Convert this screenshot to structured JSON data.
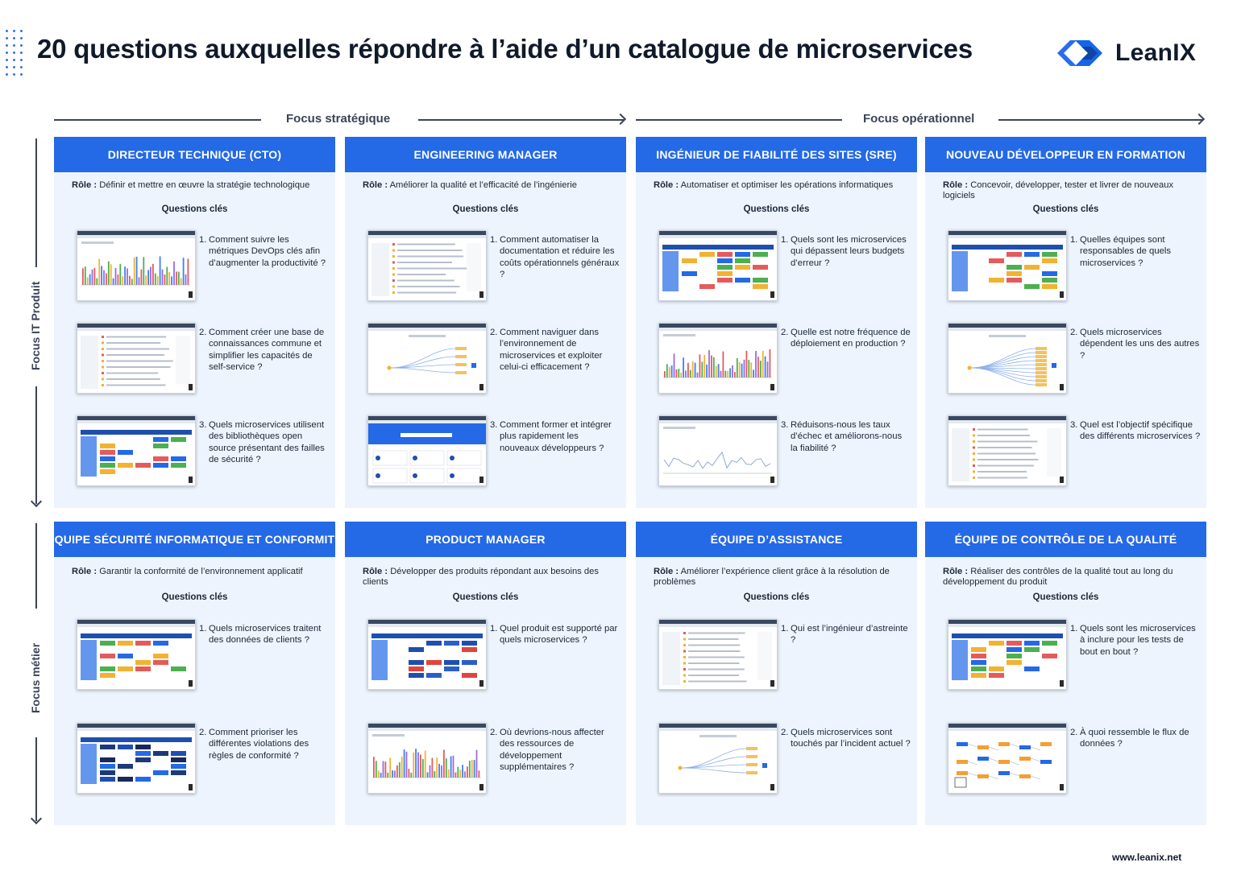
{
  "header": {
    "title": "20 questions auxquelles répondre à l’aide d’un catalogue de microservices",
    "logo_text": "LeanIX",
    "accent_color": "#2469e6"
  },
  "focus": {
    "strategic": "Focus stratégique",
    "operational": "Focus opérationnel",
    "it_product": "Focus IT Produit",
    "business": "Focus métier"
  },
  "key_questions_label": "Questions clés",
  "role_label": "Rôle :",
  "cards": [
    {
      "title": "DIRECTEUR TECHNIQUE (CTO)",
      "role": "Définir et mettre en œuvre la stratégie technologique",
      "questions": [
        {
          "num": "1.",
          "text": "Comment suivre les métriques DevOps clés afin d’augmenter la productivité ?",
          "shot": "bar-chart"
        },
        {
          "num": "2.",
          "text": "Comment créer une base de connaissances commune et simplifier les capacités de self-service ?",
          "shot": "list"
        },
        {
          "num": "3.",
          "text": "Quels microservices utilisent des bibliothèques open source présentant des failles de sécurité ?",
          "shot": "matrix"
        }
      ]
    },
    {
      "title": "ENGINEERING MANAGER",
      "role": "Améliorer la qualité et l’efficacité de l’ingénierie",
      "questions": [
        {
          "num": "1.",
          "text": "Comment automatiser la documentation et réduire les coûts opérationnels généraux ?",
          "shot": "list"
        },
        {
          "num": "2.",
          "text": "Comment naviguer dans l’environnement de microservices et exploiter celui-ci efficacement ?",
          "shot": "graph"
        },
        {
          "num": "3.",
          "text": "Comment former et intégrer plus rapidement les nouveaux développeurs ?",
          "shot": "catalog"
        }
      ]
    },
    {
      "title": "INGÉNIEUR DE FIABILITÉ DES SITES (SRE)",
      "role": "Automatiser et optimiser les opérations informatiques",
      "questions": [
        {
          "num": "1.",
          "text": "Quels sont les microservices qui dépassent leurs budgets d’erreur ?",
          "shot": "matrix"
        },
        {
          "num": "2.",
          "text": "Quelle est notre fréquence de déploiement en production ?",
          "shot": "bar-chart"
        },
        {
          "num": "3.",
          "text": "Réduisons-nous les taux d’échec et améliorons-nous la fiabilité ?",
          "shot": "line-chart"
        }
      ]
    },
    {
      "title": "NOUVEAU DÉVELOPPEUR EN FORMATION",
      "role": "Concevoir, développer, tester et livrer de nouveaux logiciels",
      "questions": [
        {
          "num": "1.",
          "text": "Quelles équipes sont responsables de quels microservices ?",
          "shot": "matrix"
        },
        {
          "num": "2.",
          "text": "Quels microservices dépendent les uns des autres ?",
          "shot": "tree"
        },
        {
          "num": "3.",
          "text": "Quel est l’objectif spécifique des différents microservices ?",
          "shot": "list"
        }
      ]
    },
    {
      "title": "ÉQUIPE SÉCURITÉ INFORMATIQUE ET CONFORMITÉ",
      "role": "Garantir la conformité de l’environnement applicatif",
      "questions": [
        {
          "num": "1.",
          "text": "Quels microservices traitent des données de clients ?",
          "shot": "matrix"
        },
        {
          "num": "2.",
          "text": "Comment prioriser les différentes violations des règles de conformité ?",
          "shot": "matrix-dark"
        }
      ]
    },
    {
      "title": "PRODUCT MANAGER",
      "role": "Développer des produits répondant aux besoins des clients",
      "questions": [
        {
          "num": "1.",
          "text": "Quel produit est supporté par quels microservices ?",
          "shot": "matrix-red"
        },
        {
          "num": "2.",
          "text": "Où devrions-nous affecter des ressources de développement supplémentaires ?",
          "shot": "bar-chart"
        }
      ]
    },
    {
      "title": "ÉQUIPE D’ASSISTANCE",
      "role": "Améliorer l’expérience client grâce à la résolution de problèmes",
      "questions": [
        {
          "num": "1.",
          "text": "Qui est l’ingénieur d’astreinte ?",
          "shot": "list"
        },
        {
          "num": "2.",
          "text": "Quels microservices sont touchés par l’incident actuel ?",
          "shot": "graph"
        }
      ]
    },
    {
      "title": "ÉQUIPE DE CONTRÔLE DE LA QUALITÉ",
      "role": "Réaliser des contrôles de la qualité tout au long du développement du produit",
      "questions": [
        {
          "num": "1.",
          "text": "Quels sont les microservices à inclure pour les tests de bout en bout ?",
          "shot": "matrix"
        },
        {
          "num": "2.",
          "text": "À quoi ressemble le flux de données ?",
          "shot": "flow"
        }
      ]
    }
  ],
  "footer": {
    "url": "www.leanix.net"
  }
}
